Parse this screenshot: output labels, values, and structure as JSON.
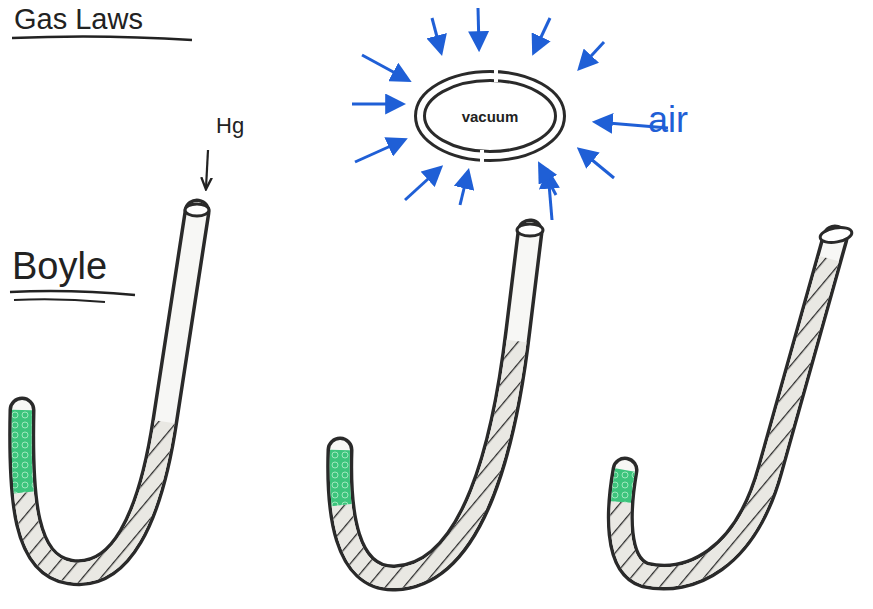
{
  "diagram": {
    "title": "Gas Laws",
    "nodes": [
      {
        "text": [
          "vacuum"
        ]
      }
    ],
    "labels": [
      "Boyle",
      "Hg",
      "air"
    ]
  }
}
